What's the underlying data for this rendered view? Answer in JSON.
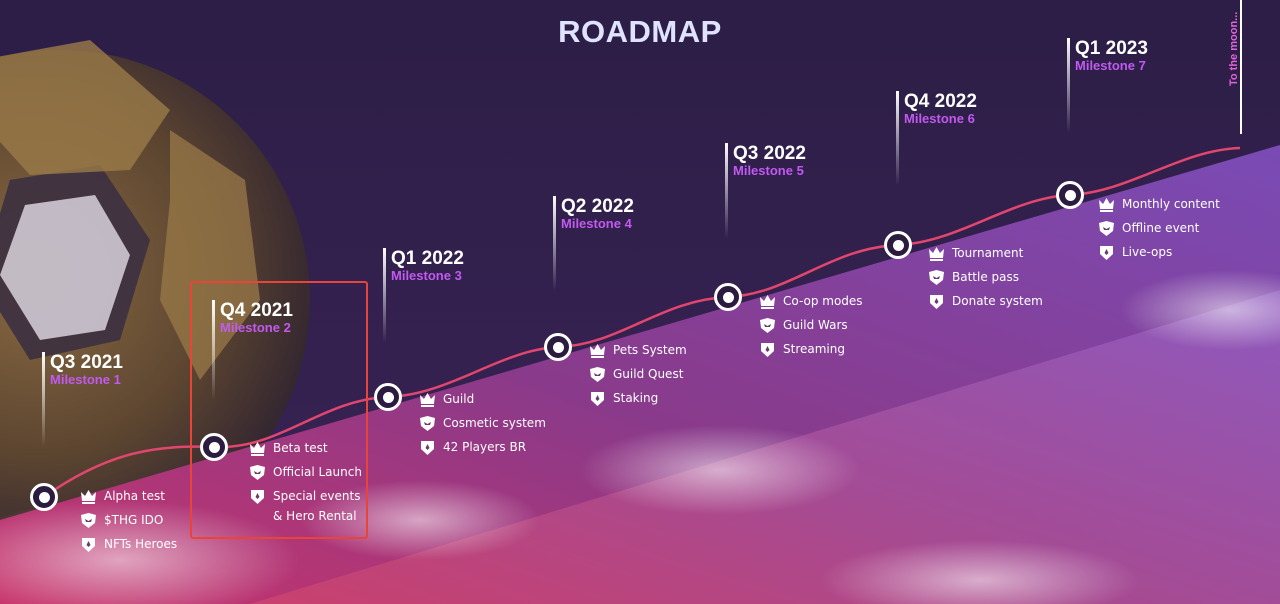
{
  "title": "ROADMAP",
  "moon_text": "To the moon...",
  "milestones": [
    {
      "quarter": "Q3 2021",
      "milestone": "Milestone 1",
      "items": [
        "Alpha test",
        "$THG IDO",
        "NFTs Heroes"
      ]
    },
    {
      "quarter": "Q4 2021",
      "milestone": "Milestone 2",
      "items": [
        "Beta test",
        "Official Launch",
        "Special events & Hero Rental"
      ]
    },
    {
      "quarter": "Q1 2022",
      "milestone": "Milestone 3",
      "items": [
        "Guild",
        "Cosmetic system",
        "42 Players BR"
      ]
    },
    {
      "quarter": "Q2 2022",
      "milestone": "Milestone 4",
      "items": [
        "Pets System",
        "Guild Quest",
        "Staking"
      ]
    },
    {
      "quarter": "Q3 2022",
      "milestone": "Milestone 5",
      "items": [
        "Co-op modes",
        "Guild Wars",
        "Streaming"
      ]
    },
    {
      "quarter": "Q4 2022",
      "milestone": "Milestone 6",
      "items": [
        "Tournament",
        "Battle pass",
        "Donate system"
      ]
    },
    {
      "quarter": "Q1 2023",
      "milestone": "Milestone 7",
      "items": [
        "Monthly content",
        "Offline event",
        "Live-ops"
      ]
    }
  ],
  "icons": [
    "crown-icon",
    "helmet-icon",
    "shield-icon"
  ],
  "colors": {
    "background": "#2e1f48",
    "title": "#dfe3ff",
    "milestone_label": "#c259f0",
    "path_line": "#e0466e",
    "highlight_border": "#e8443a"
  }
}
